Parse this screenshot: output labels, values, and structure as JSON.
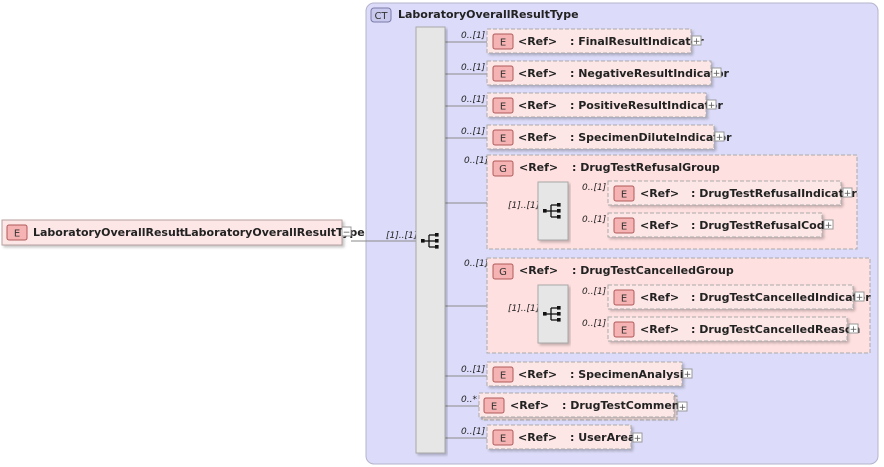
{
  "colors": {
    "ct_bg": "#dcdcfa",
    "elem_bg": "#fde6e6",
    "group_bg": "#ffe0e0",
    "badge_bg": "#f6b3b3",
    "compositor": "#e6e6e6",
    "line": "#8a8a8a"
  },
  "root": {
    "badge": "E",
    "name": "LaboratoryOverallResult",
    "type": ": LaboratoryOverallResultType",
    "collapse_symbol": "−",
    "cardinality": "[1]..[1]"
  },
  "complex_type": {
    "badge": "CT",
    "name": "LaboratoryOverallResultType"
  },
  "ref_label": "<Ref>",
  "expand_symbol": "+",
  "elements": [
    {
      "card": "0..[1]",
      "badge": "E",
      "name": ": FinalResultIndicator"
    },
    {
      "card": "0..[1]",
      "badge": "E",
      "name": ": NegativeResultIndicator"
    },
    {
      "card": "0..[1]",
      "badge": "E",
      "name": ": PositiveResultIndicator"
    },
    {
      "card": "0..[1]",
      "badge": "E",
      "name": ": SpecimenDiluteIndicator"
    },
    {
      "card": "0..[1]",
      "badge": "E",
      "name": ": SpecimenAnalysis"
    },
    {
      "card": "0..*",
      "badge": "E",
      "name": ": DrugTestComment"
    },
    {
      "card": "0..[1]",
      "badge": "E",
      "name": ": UserArea"
    }
  ],
  "groups": [
    {
      "card": "0..[1]",
      "badge": "G",
      "name": ": DrugTestRefusalGroup",
      "seq_card": "[1]..[1]",
      "children": [
        {
          "card": "0..[1]",
          "badge": "E",
          "name": ": DrugTestRefusalIndicator"
        },
        {
          "card": "0..[1]",
          "badge": "E",
          "name": ": DrugTestRefusalCode"
        }
      ]
    },
    {
      "card": "0..[1]",
      "badge": "G",
      "name": ": DrugTestCancelledGroup",
      "seq_card": "[1]..[1]",
      "children": [
        {
          "card": "0..[1]",
          "badge": "E",
          "name": ": DrugTestCancelledIndicator"
        },
        {
          "card": "0..[1]",
          "badge": "E",
          "name": ": DrugTestCancelledReason"
        }
      ]
    }
  ]
}
